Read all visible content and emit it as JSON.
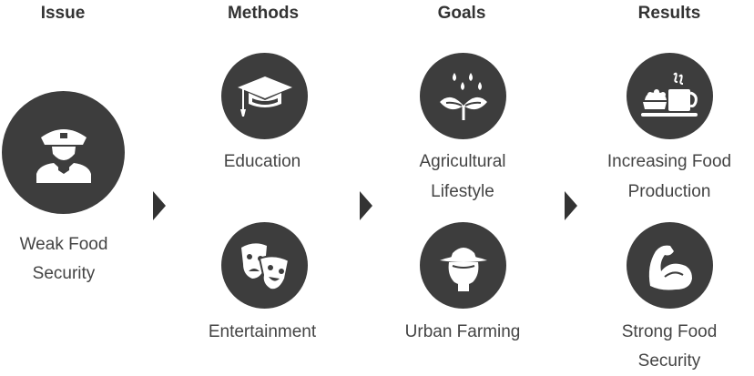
{
  "headers": {
    "issue": "Issue",
    "methods": "Methods",
    "goals": "Goals",
    "results": "Results"
  },
  "issue": {
    "label_line1": "Weak Food",
    "label_line2": "Security",
    "icon": "farmer-icon"
  },
  "methods": [
    {
      "label": "Education",
      "icon": "graduation-cap-icon"
    },
    {
      "label": "Entertainment",
      "icon": "theater-masks-icon"
    }
  ],
  "goals": [
    {
      "label_line1": "Agricultural",
      "label_line2": "Lifestyle",
      "icon": "sprout-icon"
    },
    {
      "label": "Urban Farming",
      "icon": "farmer-hat-icon"
    }
  ],
  "results": [
    {
      "label_line1": "Increasing Food",
      "label_line2": "Production",
      "icon": "food-cup-icon"
    },
    {
      "label_line1": "Strong Food",
      "label_line2": "Security",
      "icon": "flexed-arm-icon"
    }
  ],
  "colors": {
    "circle": "#3d3d3d",
    "text": "#444444",
    "header": "#333333"
  }
}
